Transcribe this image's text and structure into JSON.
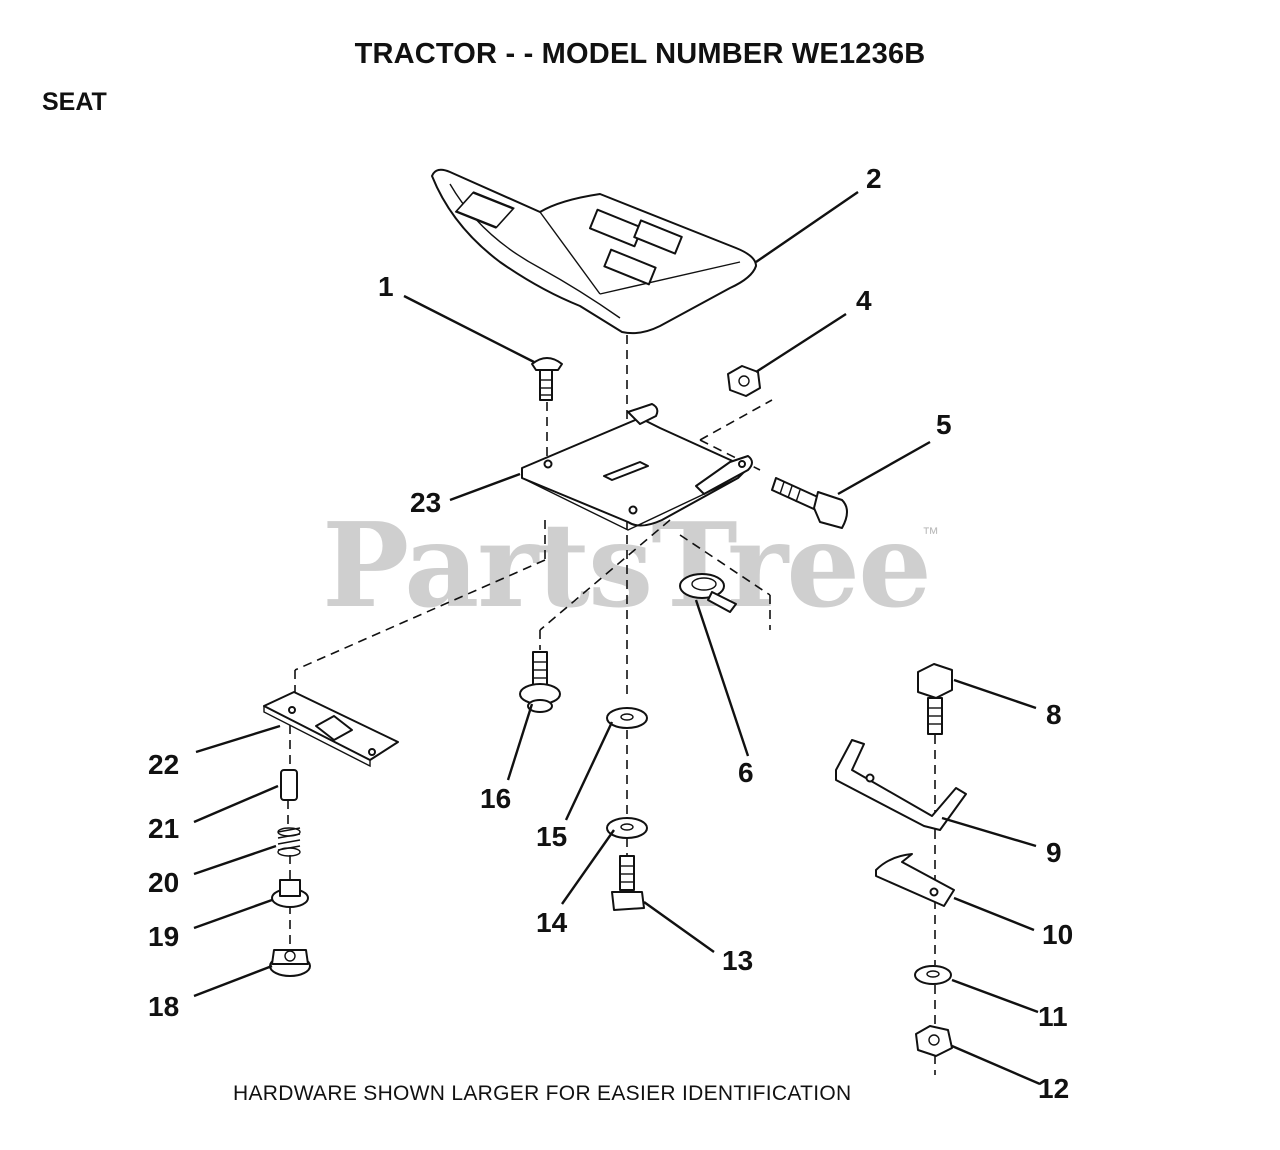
{
  "header": {
    "title": "TRACTOR - - MODEL NUMBER WE1236B",
    "section": "SEAT"
  },
  "footer": {
    "note": "HARDWARE SHOWN LARGER FOR EASIER IDENTIFICATION"
  },
  "watermark": {
    "text": "PartsTree",
    "trademark": "™"
  },
  "callouts": [
    "1",
    "2",
    "4",
    "5",
    "6",
    "8",
    "9",
    "10",
    "11",
    "12",
    "13",
    "14",
    "15",
    "16",
    "18",
    "19",
    "20",
    "21",
    "22",
    "23"
  ]
}
